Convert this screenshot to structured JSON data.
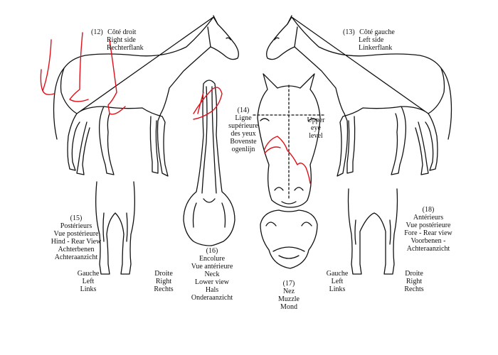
{
  "diagram": {
    "right_side": {
      "number": "(12)",
      "lines": [
        "Côté droit",
        "Right side",
        "Rechterflank"
      ]
    },
    "left_side": {
      "number": "(13)",
      "lines": [
        "Côté gauche",
        "Left side",
        "Linkerflank"
      ]
    },
    "eye_level": {
      "number": "(14)",
      "lines": [
        "Ligne",
        "supérieure",
        "des yeux",
        "Bovenste",
        "ogenlijn"
      ]
    },
    "upper_eye_level": {
      "lines": [
        "Upper",
        "eye",
        "level"
      ]
    },
    "hind_view": {
      "number": "(15)",
      "lines": [
        "Postérieurs",
        "Vue postérieure",
        "Hind - Rear View",
        "Achterbenen",
        "Achteraanzicht"
      ]
    },
    "neck_view": {
      "number": "(16)",
      "lines": [
        "Encolure",
        "Vue antérieure",
        "Neck",
        "Lower view",
        "Hals",
        "Onderaanzicht"
      ]
    },
    "muzzle": {
      "number": "(17)",
      "lines": [
        "Nez",
        "Muzzle",
        "Mond"
      ]
    },
    "fore_view": {
      "number": "(18)",
      "lines": [
        "Antérieurs",
        "Vue postérieure",
        "Fore - Rear view",
        "Voorbenen -",
        "Achteraanzicht"
      ]
    },
    "hind_left": {
      "lines": [
        "Gauche",
        "Left",
        "Links"
      ]
    },
    "hind_right": {
      "lines": [
        "Droite",
        "Right",
        "Rechts"
      ]
    },
    "fore_left": {
      "lines": [
        "Gauche",
        "Left",
        "Links"
      ]
    },
    "fore_right": {
      "lines": [
        "Droite",
        "Right",
        "Rechts"
      ]
    }
  },
  "colors": {
    "ink": "#111111",
    "marking": "#e0101a"
  }
}
